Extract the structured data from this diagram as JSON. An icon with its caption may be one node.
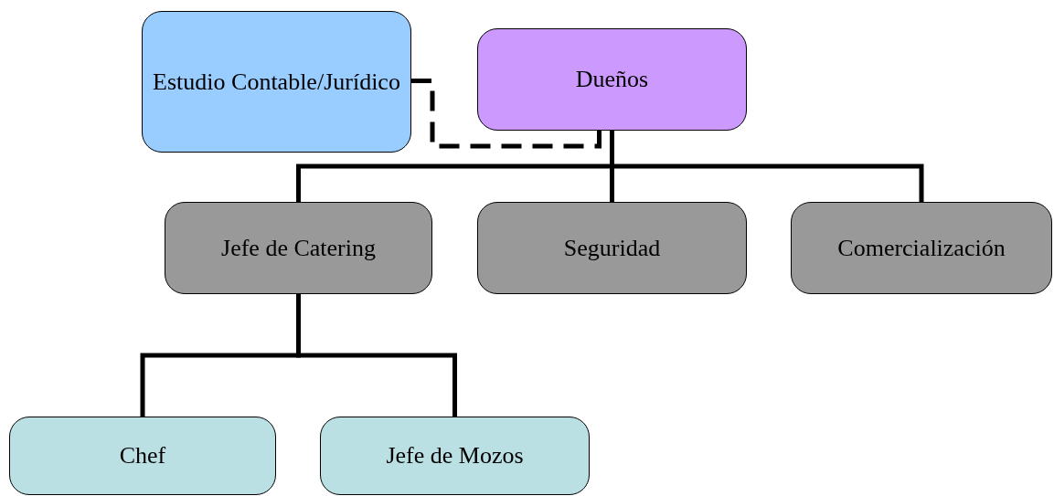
{
  "diagram": {
    "nodes": [
      {
        "text": [
          "Estudio Contable/Jurídico"
        ]
      },
      {
        "text": [
          "Dueños"
        ]
      },
      {
        "text": [
          "Jefe de Catering"
        ]
      },
      {
        "text": [
          "Seguridad"
        ]
      },
      {
        "text": [
          "Comercialización"
        ]
      },
      {
        "text": [
          "Chef"
        ]
      },
      {
        "text": [
          "Jefe de Mozos"
        ]
      }
    ],
    "edges": [
      {
        "from": 1,
        "to": 2,
        "arrow": "none"
      },
      {
        "from": 1,
        "to": 3,
        "arrow": "none"
      },
      {
        "from": 1,
        "to": 4,
        "arrow": "none"
      },
      {
        "from": 2,
        "to": 5,
        "arrow": "none"
      },
      {
        "from": 2,
        "to": 6,
        "arrow": "none"
      },
      {
        "from": 0,
        "to": 1,
        "arrow": "none",
        "style": "dashed"
      }
    ]
  }
}
